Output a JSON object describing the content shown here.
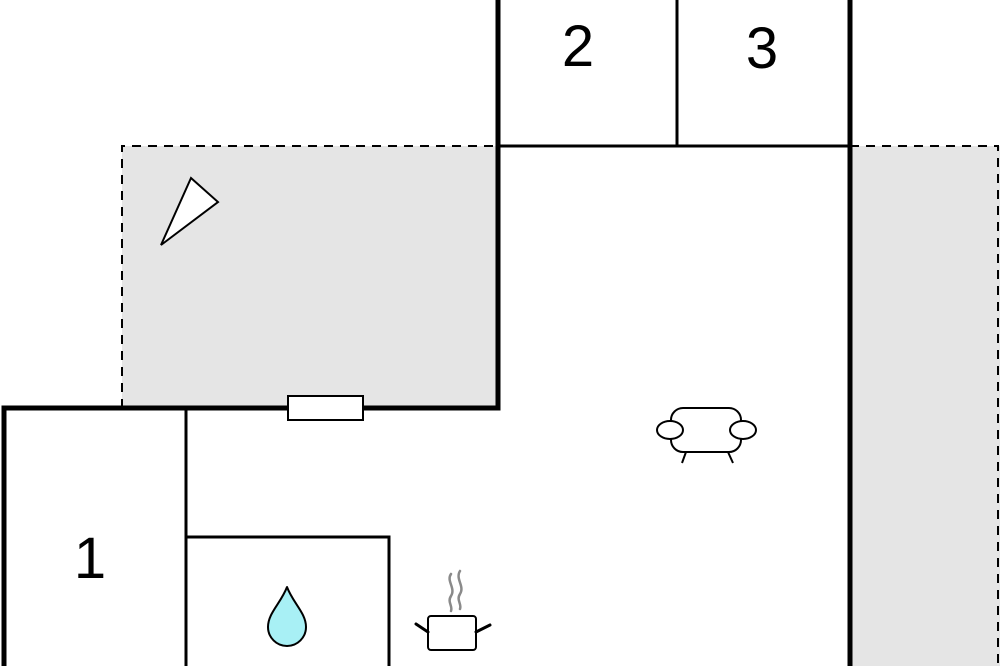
{
  "colors": {
    "wall": "#000000",
    "terrace": "#e5e5e5",
    "water": "#a8f0f5",
    "steam": "#8a8a8a",
    "background": "#ffffff"
  },
  "rooms": [
    {
      "id": "room-1",
      "label": "1"
    },
    {
      "id": "room-2",
      "label": "2"
    },
    {
      "id": "room-3",
      "label": "3"
    }
  ],
  "icons": [
    "compass-icon",
    "window-icon",
    "sofa-icon",
    "water-drop-icon",
    "cooking-pot-icon"
  ]
}
